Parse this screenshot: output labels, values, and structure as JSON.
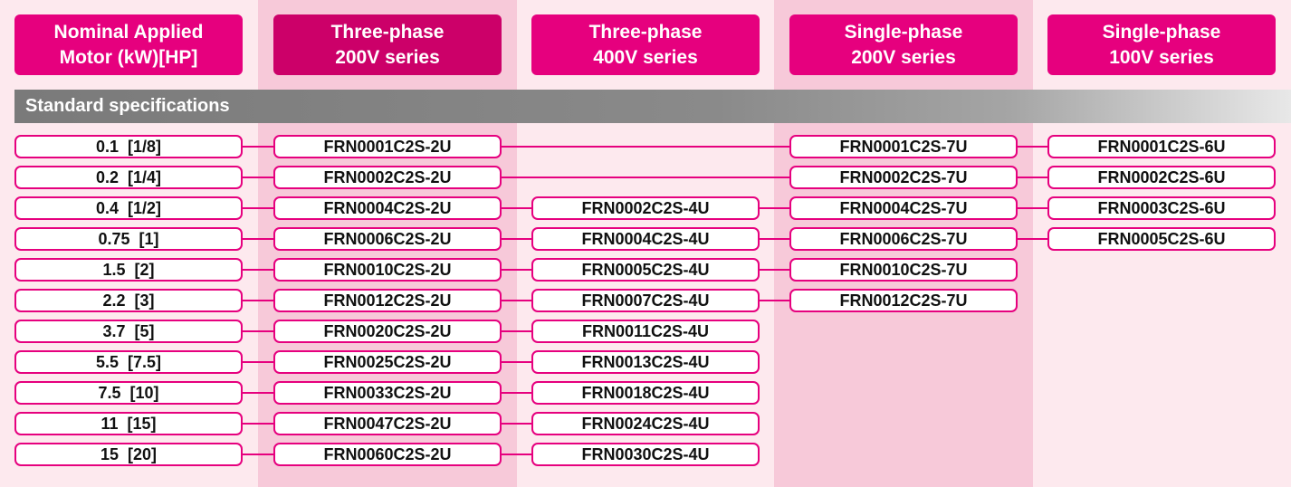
{
  "headers": {
    "motor": [
      "Nominal Applied",
      "Motor (kW)[HP]"
    ],
    "three_200": [
      "Three-phase",
      "200V series"
    ],
    "three_400": [
      "Three-phase",
      "400V series"
    ],
    "single_200": [
      "Single-phase",
      "200V series"
    ],
    "single_100": [
      "Single-phase",
      "100V series"
    ]
  },
  "section_label": "Standard specifications",
  "rows": [
    {
      "motor": "0.1  [1/8]",
      "three_200": "FRN0001C2S-2U",
      "three_400": "",
      "single_200": "FRN0001C2S-7U",
      "single_100": "FRN0001C2S-6U"
    },
    {
      "motor": "0.2  [1/4]",
      "three_200": "FRN0002C2S-2U",
      "three_400": "",
      "single_200": "FRN0002C2S-7U",
      "single_100": "FRN0002C2S-6U"
    },
    {
      "motor": "0.4  [1/2]",
      "three_200": "FRN0004C2S-2U",
      "three_400": "FRN0002C2S-4U",
      "single_200": "FRN0004C2S-7U",
      "single_100": "FRN0003C2S-6U"
    },
    {
      "motor": "0.75  [1]",
      "three_200": "FRN0006C2S-2U",
      "three_400": "FRN0004C2S-4U",
      "single_200": "FRN0006C2S-7U",
      "single_100": "FRN0005C2S-6U"
    },
    {
      "motor": "1.5  [2]",
      "three_200": "FRN0010C2S-2U",
      "three_400": "FRN0005C2S-4U",
      "single_200": "FRN0010C2S-7U",
      "single_100": ""
    },
    {
      "motor": "2.2  [3]",
      "three_200": "FRN0012C2S-2U",
      "three_400": "FRN0007C2S-4U",
      "single_200": "FRN0012C2S-7U",
      "single_100": ""
    },
    {
      "motor": "3.7  [5]",
      "three_200": "FRN0020C2S-2U",
      "three_400": "FRN0011C2S-4U",
      "single_200": "",
      "single_100": ""
    },
    {
      "motor": "5.5  [7.5]",
      "three_200": "FRN0025C2S-2U",
      "three_400": "FRN0013C2S-4U",
      "single_200": "",
      "single_100": ""
    },
    {
      "motor": "7.5  [10]",
      "three_200": "FRN0033C2S-2U",
      "three_400": "FRN0018C2S-4U",
      "single_200": "",
      "single_100": ""
    },
    {
      "motor": "11  [15]",
      "three_200": "FRN0047C2S-2U",
      "three_400": "FRN0024C2S-4U",
      "single_200": "",
      "single_100": ""
    },
    {
      "motor": "15  [20]",
      "three_200": "FRN0060C2S-2U",
      "three_400": "FRN0030C2S-4U",
      "single_200": "",
      "single_100": ""
    }
  ],
  "colors": {
    "accent": "#e6007e",
    "accent_dark": "#cc0069",
    "page_bg": "#fde9ee",
    "band_bg": "#f7c9d9",
    "bar_gray": "#7a7a7a"
  }
}
